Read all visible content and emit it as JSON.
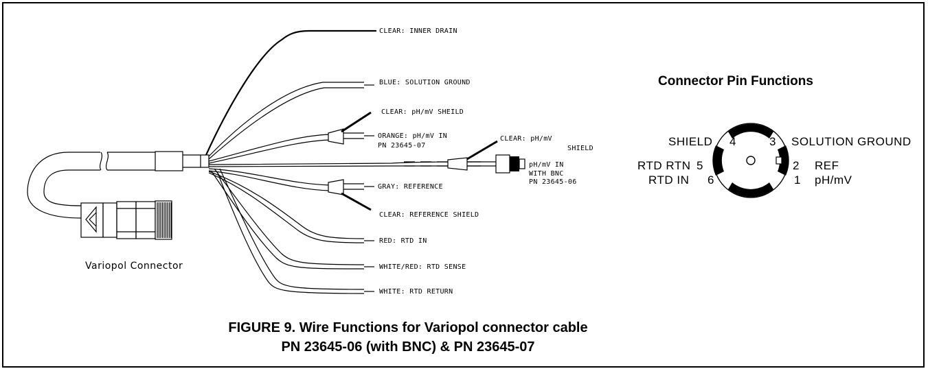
{
  "wire_labels": {
    "clear_inner_drain": "CLEAR: INNER DRAIN",
    "blue_solution_ground": "BLUE: SOLUTION GROUND",
    "clear_ph_shield": "CLEAR: pH/mV SHEILD",
    "orange_ph_in": "ORANGE: pH/mV IN",
    "orange_pn": "PN 23645-07",
    "bnc_clear_line1": "CLEAR: pH/mV",
    "bnc_clear_line2": "SHIELD",
    "bnc_ph_in_line1": "pH/mV IN",
    "bnc_ph_in_line2": "WITH BNC",
    "bnc_ph_in_line3": "PN 23645-06",
    "gray_reference": "GRAY: REFERENCE",
    "clear_reference_shield": "CLEAR: REFERENCE SHIELD",
    "red_rtd_in": "RED: RTD IN",
    "white_red_rtd_sense": "WHITE/RED: RTD SENSE",
    "white_rtd_return": "WHITE: RTD RETURN"
  },
  "connector_label": "Variopol Connector",
  "pin_functions": {
    "title": "Connector Pin Functions",
    "shield": "SHIELD",
    "pin4": "4",
    "pin3": "3",
    "solution_ground": "SOLUTION GROUND",
    "rtd_rtn": "RTD RTN",
    "pin5": "5",
    "pin2": "2",
    "ref": "REF",
    "rtd_in": "RTD IN",
    "pin6": "6",
    "pin1": "1",
    "ph_mv": "pH/mV"
  },
  "caption": {
    "line1": "FIGURE 9. Wire Functions for Variopol connector cable",
    "line2": "PN 23645-06 (with BNC) & PN 23645-07"
  }
}
